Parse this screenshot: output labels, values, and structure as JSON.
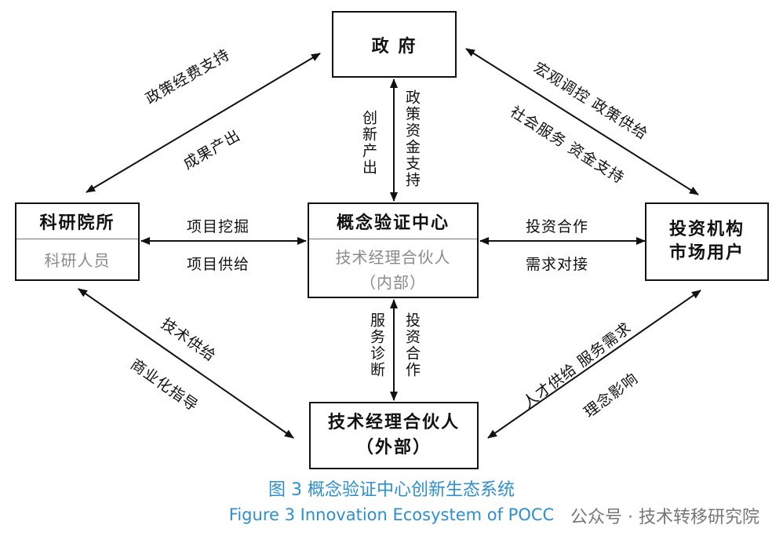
{
  "nodes": {
    "government": "政 府",
    "research": {
      "title": "科研院所",
      "sub": "科研人员"
    },
    "center": {
      "title": "概念验证中心",
      "sub_line1": "技术经理合伙人",
      "sub_line2": "（内部）"
    },
    "investor": {
      "line1": "投资机构",
      "line2": "市场用户"
    },
    "partner": {
      "line1": "技术经理合伙人",
      "line2": "（外部）"
    }
  },
  "edges": {
    "gov_research": {
      "label1": "政策经费支持",
      "label2": "成果产出"
    },
    "gov_investor": {
      "label1": "宏观调控  政策供给",
      "label2": "社会服务  资金支持"
    },
    "gov_center": {
      "left": "创新产出",
      "right": "政策资金支持"
    },
    "research_center": {
      "top": "项目挖掘",
      "bottom": "项目供给"
    },
    "center_investor": {
      "top": "投资合作",
      "bottom": "需求对接"
    },
    "center_partner": {
      "left": "服务诊断",
      "right": "投资合作"
    },
    "research_partner": {
      "label1": "技术供给",
      "label2": "商业化指导"
    },
    "investor_partner": {
      "label1": "人才供给  服务需求",
      "label2": "理念影响"
    }
  },
  "caption": {
    "zh": "图 3  概念验证中心创新生态系统",
    "en": "Figure 3  Innovation Ecosystem of POCC"
  },
  "watermark": "公众号 · 技术转移研究院",
  "colors": {
    "caption": "#2e8fcf",
    "line": "#111111",
    "sub_text": "#8a8a8a"
  }
}
